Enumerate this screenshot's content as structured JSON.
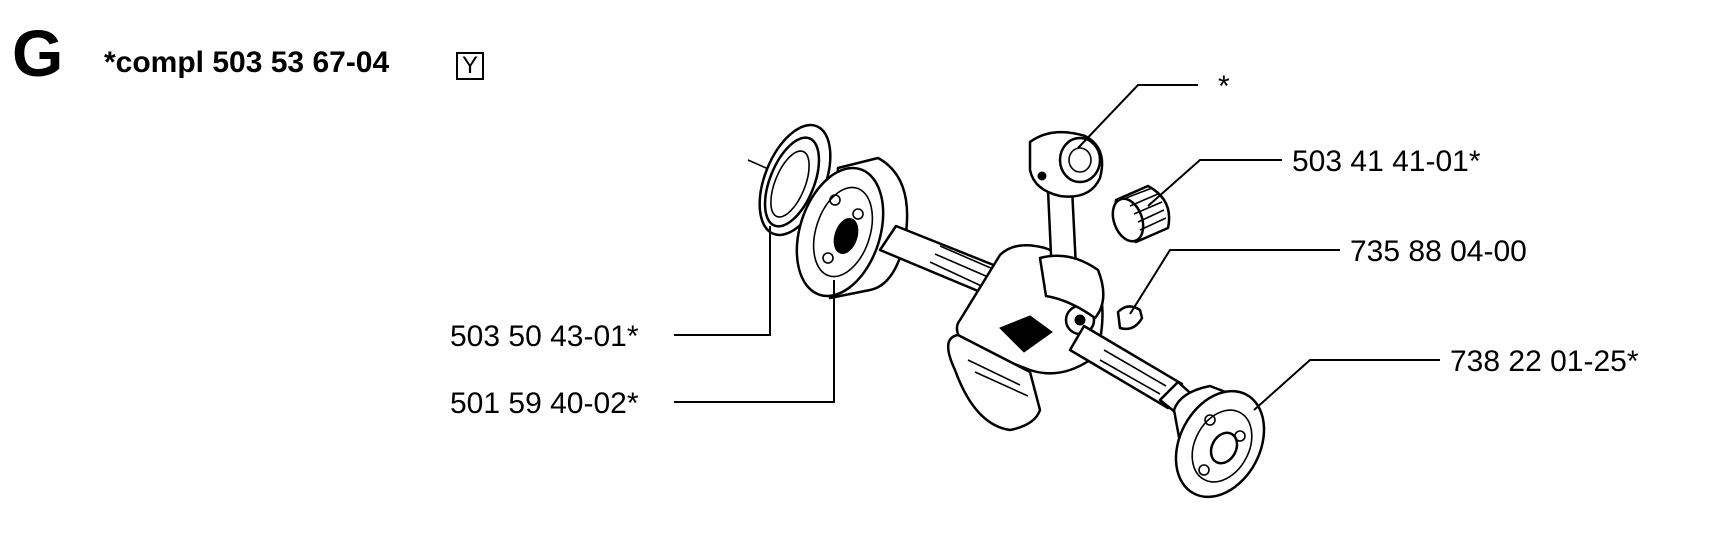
{
  "header": {
    "section_letter": "G",
    "assembly_label": "*compl 503 53 67-04",
    "variant_code": "Y"
  },
  "callouts": {
    "connecting_rod": "*",
    "needle_bearing": "503 41 41-01*",
    "woodruff_key": "735 88 04-00",
    "oil_seal": "503 50 43-01*",
    "main_bearing_left": "501 59 40-02*",
    "main_bearing_right": "738 22 01-25*"
  }
}
